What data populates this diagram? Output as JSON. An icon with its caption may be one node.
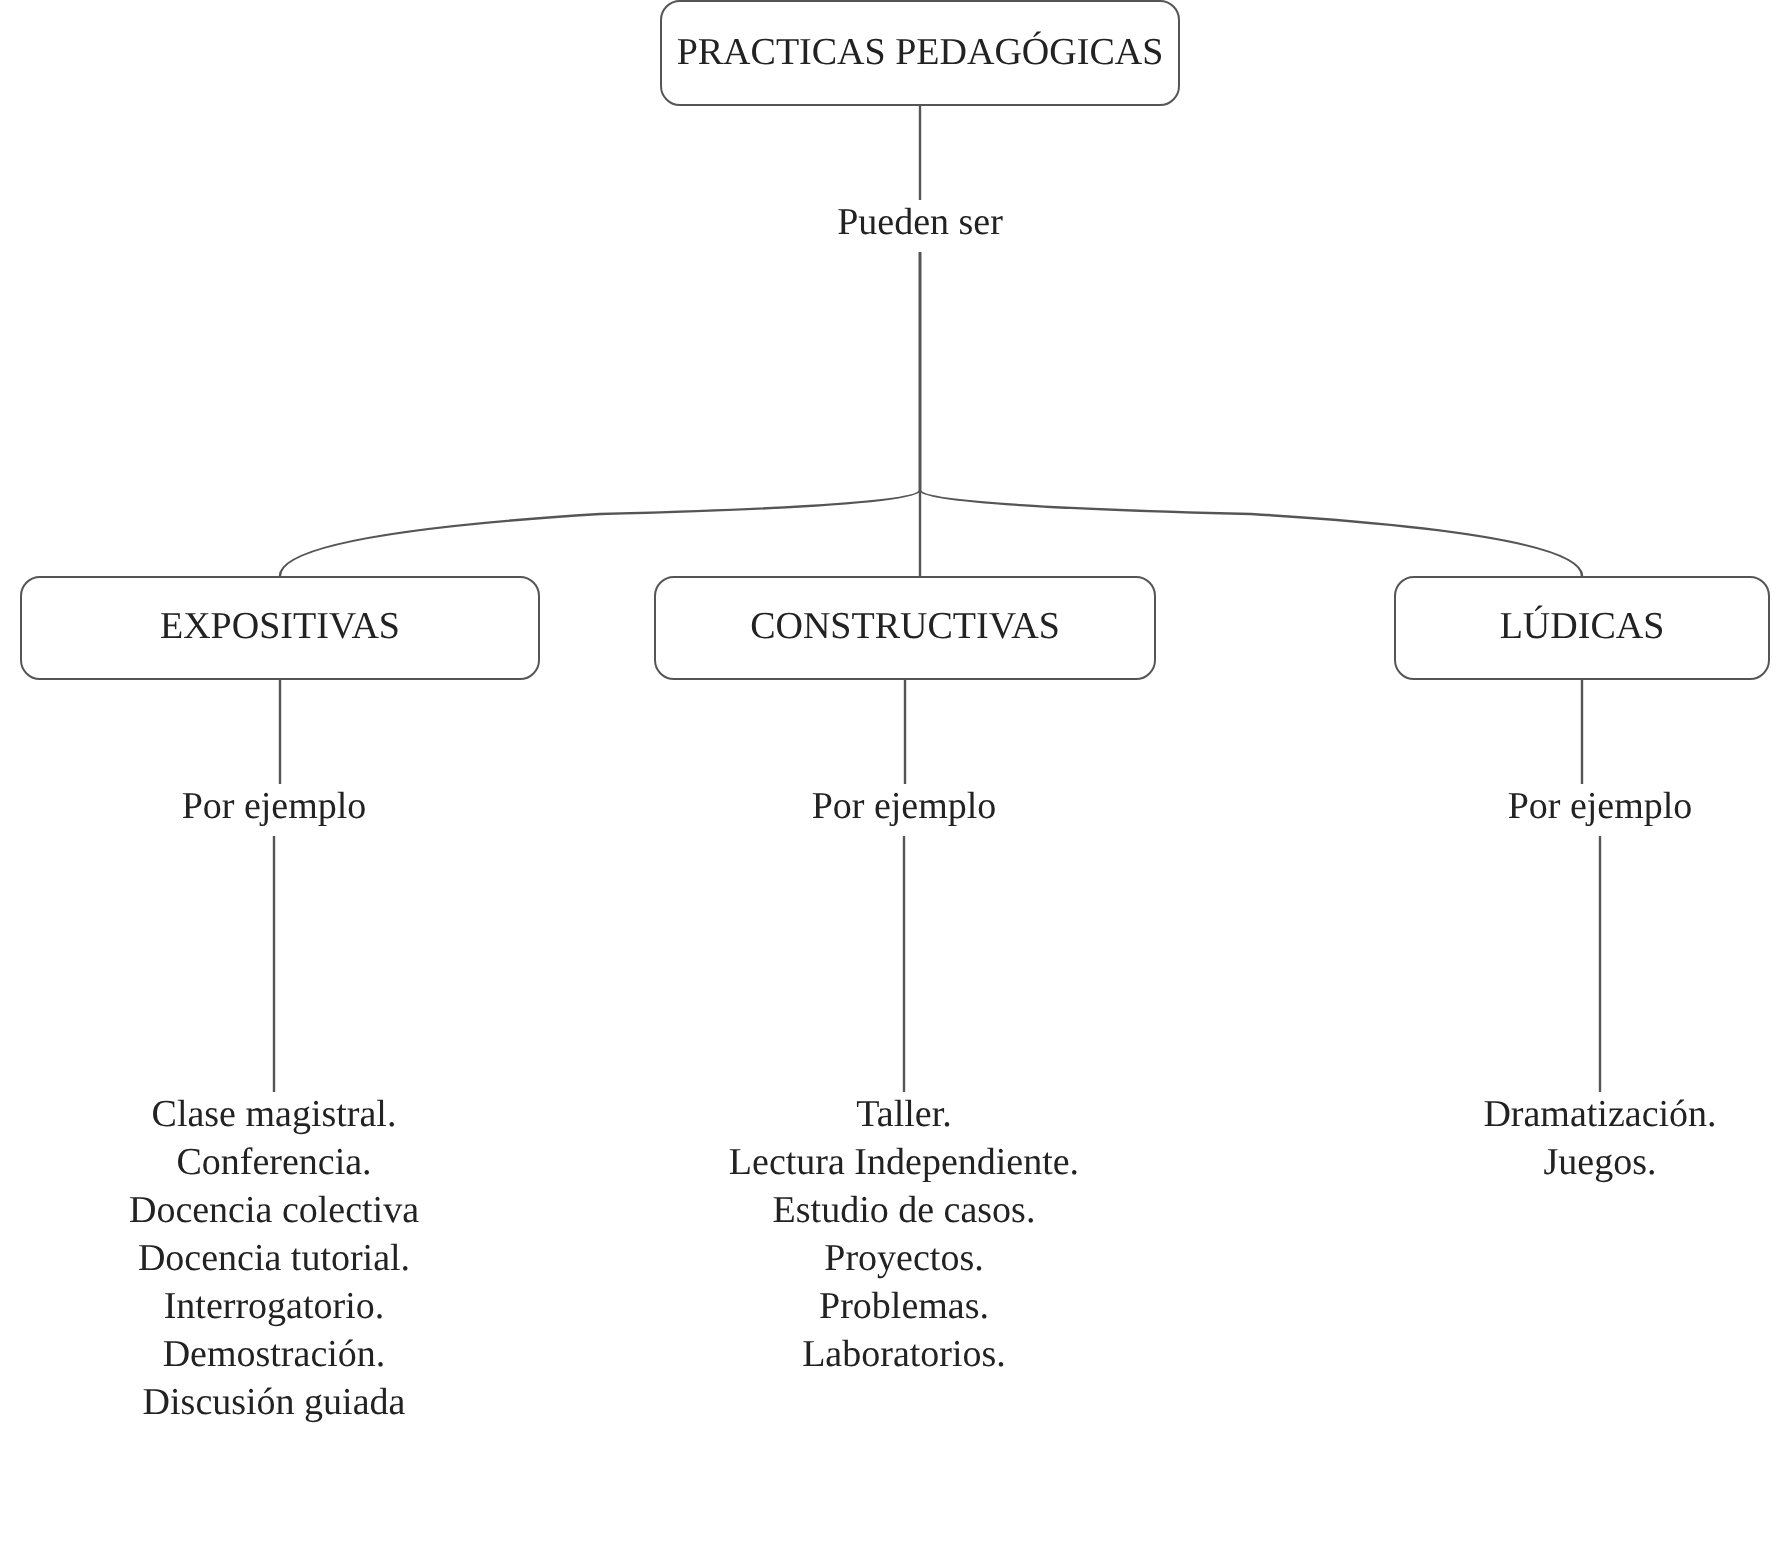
{
  "diagram": {
    "nodes": [
      {
        "text": [
          "PRACTICAS PEDAGÓGICAS"
        ]
      },
      {
        "text": [
          "Pueden ser"
        ]
      },
      {
        "text": [
          "EXPOSITIVAS"
        ]
      },
      {
        "text": [
          "CONSTRUCTIVAS"
        ]
      },
      {
        "text": [
          "LÚDICAS"
        ]
      },
      {
        "text": [
          "Por ejemplo"
        ]
      },
      {
        "text": [
          "Por ejemplo"
        ]
      },
      {
        "text": [
          "Por ejemplo"
        ]
      },
      {
        "text": [
          "Clase magistral.",
          "Conferencia.",
          "Docencia colectiva",
          "Docencia tutorial.",
          "Interrogatorio.",
          "Demostración.",
          "Discusión guiada"
        ]
      },
      {
        "text": [
          "Taller.",
          "Lectura Independiente.",
          "Estudio de casos.",
          "Proyectos.",
          "Problemas.",
          "Laboratorios."
        ]
      },
      {
        "text": [
          "Dramatización.",
          "Juegos."
        ]
      }
    ],
    "edges": [
      {
        "from": 0,
        "to": 1,
        "arrow": "none"
      },
      {
        "from": 1,
        "to": 2,
        "arrow": "none"
      },
      {
        "from": 1,
        "to": 3,
        "arrow": "none"
      },
      {
        "from": 1,
        "to": 4,
        "arrow": "none"
      },
      {
        "from": 2,
        "to": 5,
        "arrow": "none"
      },
      {
        "from": 5,
        "to": 8,
        "arrow": "none"
      },
      {
        "from": 3,
        "to": 6,
        "arrow": "none"
      },
      {
        "from": 6,
        "to": 9,
        "arrow": "none"
      },
      {
        "from": 4,
        "to": 7,
        "arrow": "none"
      },
      {
        "from": 7,
        "to": 10,
        "arrow": "none"
      }
    ]
  }
}
